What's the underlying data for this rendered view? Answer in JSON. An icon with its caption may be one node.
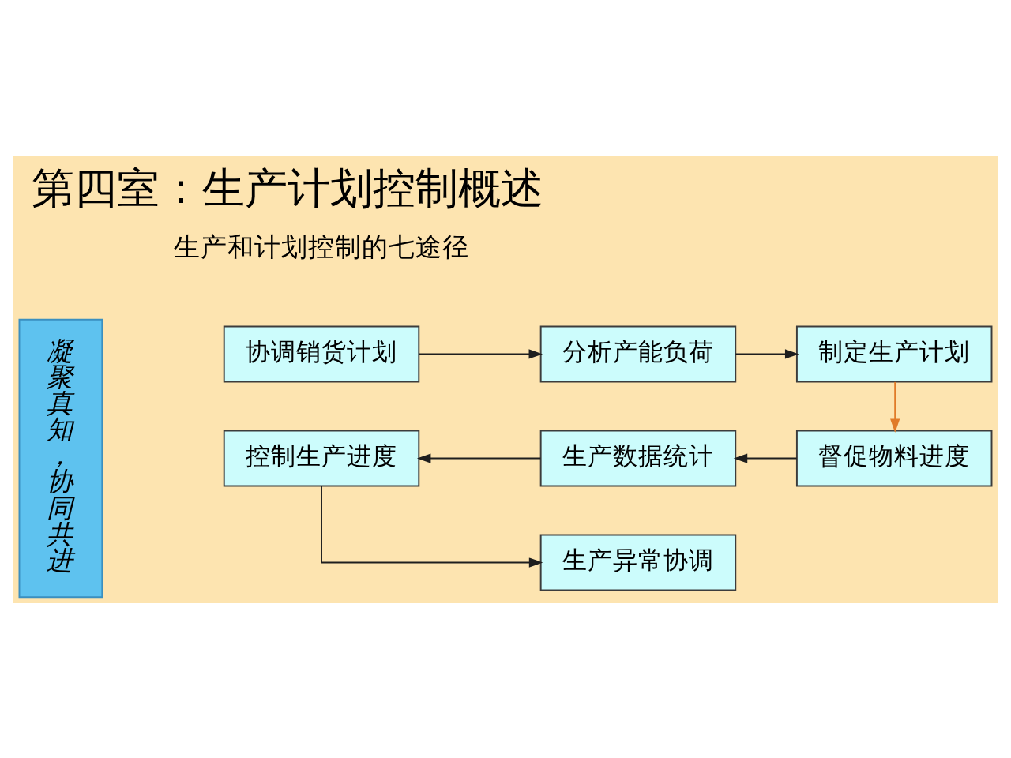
{
  "diagram": {
    "title": "第四室：生产计划控制概述",
    "nodes": [
      {
        "text": [
          "凝聚真知，协同共进"
        ]
      },
      {
        "text": [
          "协调销货计划"
        ]
      },
      {
        "text": [
          "分析产能负荷"
        ]
      },
      {
        "text": [
          "制定生产计划"
        ]
      },
      {
        "text": [
          "督促物料进度"
        ]
      },
      {
        "text": [
          "生产数据统计"
        ]
      },
      {
        "text": [
          "控制生产进度"
        ]
      },
      {
        "text": [
          "生产异常协调"
        ]
      }
    ],
    "edges": [
      {
        "from": 1,
        "to": 2,
        "arrow": "to"
      },
      {
        "from": 2,
        "to": 3,
        "arrow": "to"
      },
      {
        "from": 3,
        "to": 4,
        "arrow": "to",
        "color": "#e07b28"
      },
      {
        "from": 4,
        "to": 5,
        "arrow": "to"
      },
      {
        "from": 5,
        "to": 6,
        "arrow": "to"
      },
      {
        "from": 6,
        "to": 7,
        "arrow": "to"
      }
    ],
    "labels": [
      "生产和计划控制的七途径"
    ]
  }
}
